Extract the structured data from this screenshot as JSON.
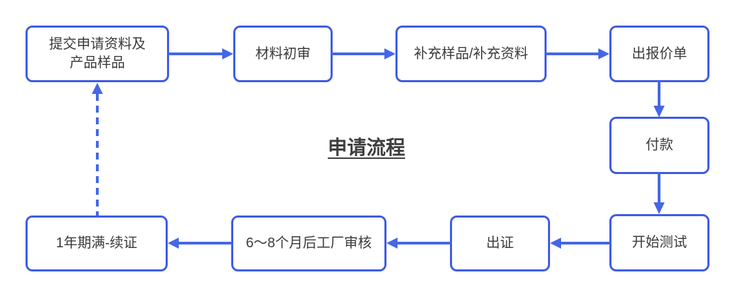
{
  "title": {
    "text": "申请流程"
  },
  "colors": {
    "box_border": "#3F5BE5",
    "arrow": "#4467E6",
    "text": "#3A3A3A",
    "title_text": "#3D3D3D",
    "background": "#FFFFFF"
  },
  "nodes": [
    {
      "id": "submit",
      "label": "提交申请资料及\n产品样品"
    },
    {
      "id": "material-review",
      "label": "材料初审"
    },
    {
      "id": "supplement",
      "label": "补充样品/补充资料"
    },
    {
      "id": "quotation",
      "label": "出报价单"
    },
    {
      "id": "payment",
      "label": "付款"
    },
    {
      "id": "start-testing",
      "label": "开始测试"
    },
    {
      "id": "certificate",
      "label": "出证"
    },
    {
      "id": "factory-audit",
      "label": "6～8个月后工厂审核"
    },
    {
      "id": "renewal",
      "label": "1年期满-续证"
    }
  ],
  "edges": [
    {
      "from": "submit",
      "to": "material-review",
      "style": "solid",
      "direction": "right"
    },
    {
      "from": "material-review",
      "to": "supplement",
      "style": "solid",
      "direction": "right"
    },
    {
      "from": "supplement",
      "to": "quotation",
      "style": "solid",
      "direction": "right"
    },
    {
      "from": "quotation",
      "to": "payment",
      "style": "solid",
      "direction": "down"
    },
    {
      "from": "payment",
      "to": "start-testing",
      "style": "solid",
      "direction": "down"
    },
    {
      "from": "start-testing",
      "to": "certificate",
      "style": "solid",
      "direction": "left"
    },
    {
      "from": "certificate",
      "to": "factory-audit",
      "style": "solid",
      "direction": "left"
    },
    {
      "from": "factory-audit",
      "to": "renewal",
      "style": "solid",
      "direction": "left"
    },
    {
      "from": "renewal",
      "to": "submit",
      "style": "dashed",
      "direction": "up"
    }
  ]
}
